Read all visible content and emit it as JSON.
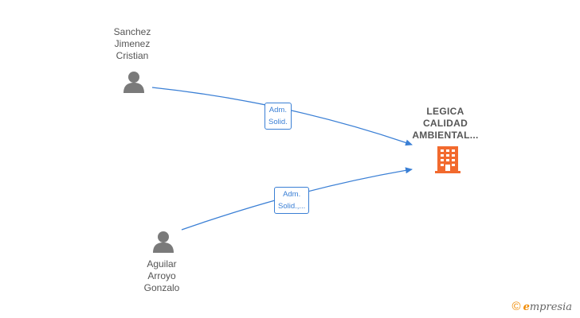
{
  "people": [
    {
      "id": "sanchez",
      "name_lines": [
        "Sanchez",
        "Jimenez",
        "Cristian"
      ],
      "icon": "person-icon"
    },
    {
      "id": "aguilar",
      "name_lines": [
        "Aguilar",
        "Arroyo",
        "Gonzalo"
      ],
      "icon": "person-icon"
    }
  ],
  "company": {
    "name_lines": [
      "LEGICA",
      "CALIDAD",
      "AMBIENTAL..."
    ],
    "icon": "building-icon",
    "color": "#f26a2e"
  },
  "relations": [
    {
      "from": "sanchez",
      "label_lines": [
        "Adm.",
        "Solid."
      ]
    },
    {
      "from": "aguilar",
      "label_lines": [
        "Adm.",
        "Solid.,..."
      ]
    }
  ],
  "colors": {
    "link": "#3a7fd5",
    "person": "#7a7a7a",
    "text": "#555555"
  },
  "footer": {
    "copyright_symbol": "©",
    "brand_initial": "e",
    "brand_rest": "mpresia"
  }
}
